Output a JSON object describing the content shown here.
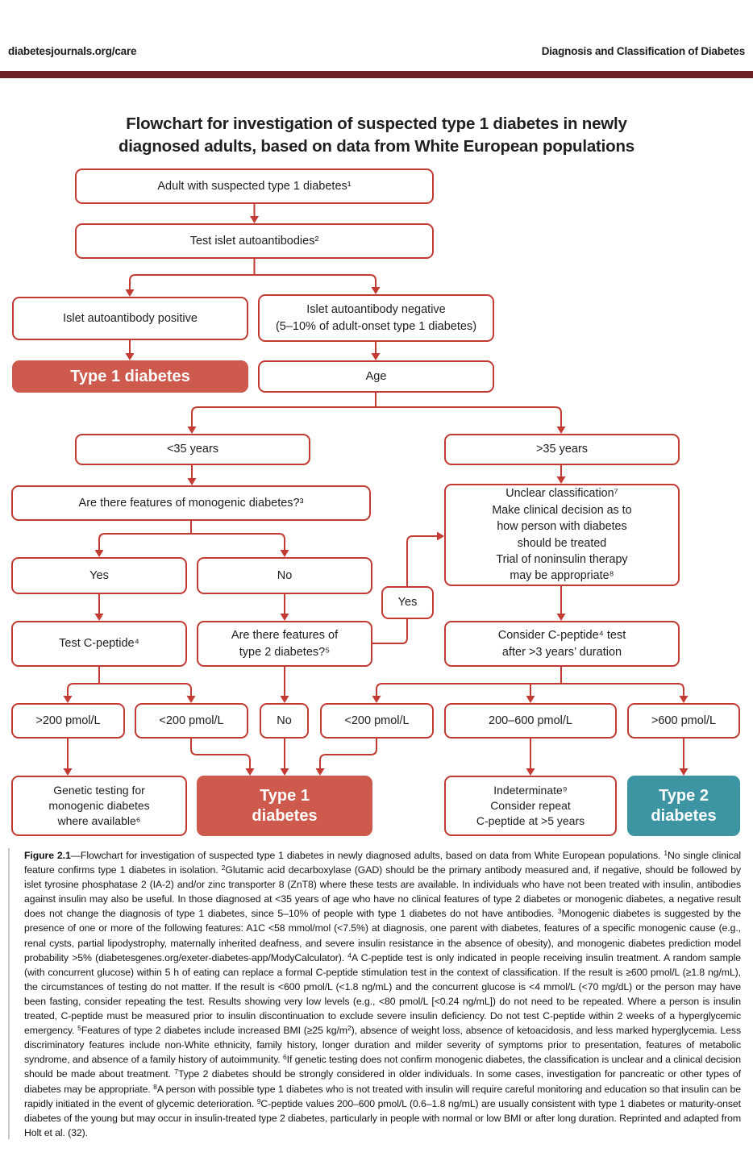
{
  "colors": {
    "line_red": "#c23a31",
    "fill_red": "#cd5a4d",
    "fill_teal": "#3d95a3",
    "bar_maroon": "#6e2027"
  },
  "header": {
    "left": "diabetesjournals.org/care",
    "right": "Diagnosis and Classification of Diabetes"
  },
  "figure": {
    "title": "Flowchart for investigation of suspected type 1 diabetes in newly\ndiagnosed adults, based on data from White European populations"
  },
  "flowchart": {
    "boxes": [
      {
        "name": "adult-suspected",
        "label": "Adult with suspected type 1 diabetes¹"
      },
      {
        "name": "test-islet-autoantibodies",
        "label": "Test islet autoantibodies²"
      },
      {
        "name": "islet-autoantibody-positive",
        "label": "Islet autoantibody positive"
      },
      {
        "name": "islet-autoantibody-negative",
        "label": "Islet autoantibody negative\n(5–10% of adult-onset type 1 diabetes)"
      },
      {
        "name": "type1-diabetes",
        "label": "Type 1 diabetes",
        "variant": "red"
      },
      {
        "name": "age",
        "label": "Age"
      },
      {
        "name": "under-35-years",
        "label": "<35 years"
      },
      {
        "name": "over-35-years",
        "label": ">35 years"
      },
      {
        "name": "monogenic-features",
        "label": "Are there features of monogenic diabetes?³"
      },
      {
        "name": "unclear-classification",
        "label": "Unclear classification⁷\nMake clinical decision as to\nhow person with diabetes\nshould be treated\nTrial of noninsulin therapy\nmay be appropriate⁸"
      },
      {
        "name": "yes",
        "label": "Yes"
      },
      {
        "name": "no",
        "label": "No"
      },
      {
        "name": "test-c-peptide",
        "label": "Test C-peptide⁴"
      },
      {
        "name": "type2-features",
        "label": "Are there features of\ntype 2 diabetes?⁵"
      },
      {
        "name": "yes-connector",
        "label": "Yes"
      },
      {
        "name": "consider-c-peptide",
        "label": "Consider C-peptide⁴ test\nafter >3 years’ duration"
      },
      {
        "name": "gt-200-pmol",
        "label": ">200 pmol/L"
      },
      {
        "name": "lt-200-pmol-left",
        "label": "<200 pmol/L"
      },
      {
        "name": "no-small",
        "label": "No"
      },
      {
        "name": "lt-200-pmol-right",
        "label": "<200 pmol/L"
      },
      {
        "name": "range-200-600-pmol",
        "label": "200–600 pmol/L"
      },
      {
        "name": "gt-600-pmol",
        "label": ">600 pmol/L"
      },
      {
        "name": "genetic-testing",
        "label": "Genetic testing for\nmonogenic diabetes\nwhere available⁶"
      },
      {
        "name": "type1-diabetes-final",
        "label": "Type 1\ndiabetes",
        "variant": "red"
      },
      {
        "name": "indeterminate",
        "label": "Indeterminate⁹\nConsider repeat\nC-peptide at >5 years"
      },
      {
        "name": "type2-diabetes-final",
        "label": "Type 2\ndiabetes",
        "variant": "teal"
      }
    ]
  },
  "caption": {
    "segments": [
      {
        "t": "Figure 2.1",
        "style": "bold"
      },
      {
        "t": "—Flowchart for investigation of suspected type 1 diabetes in newly diagnosed adults, based on data from White European populations. ",
        "style": "normal"
      },
      {
        "t": "1",
        "style": "sup"
      },
      {
        "t": "No single clinical feature confirms type 1 diabetes in isolation. ",
        "style": "normal"
      },
      {
        "t": "2",
        "style": "sup"
      },
      {
        "t": "Glutamic acid decarboxylase (GAD) should be the primary antibody measured and, if negative, should be followed by islet tyrosine phosphatase 2 (IA-2) and/or zinc transporter 8 (ZnT8) where these tests are available. In individuals who have not been treated with insulin, antibodies against insulin may also be useful. In those diagnosed at <35 years of age who have no clinical features of type 2 diabetes or monogenic diabetes, a negative result does not change the diagnosis of type 1 diabetes, since 5–10% of people with type 1 diabetes do not have antibodies. ",
        "style": "normal"
      },
      {
        "t": "3",
        "style": "sup"
      },
      {
        "t": "Monogenic diabetes is suggested by the presence of one or more of the following features: A1C <58 mmol/mol (<7.5%) at diagnosis, one parent with diabetes, features of a specific monogenic cause (e.g., renal cysts, partial lipodystrophy, maternally inherited deafness, and severe insulin resistance in the absence of obesity), and monogenic diabetes prediction model probability >5% (diabetesgenes.org/exeter-diabetes-app/ModyCalculator). ",
        "style": "normal"
      },
      {
        "t": "4",
        "style": "sup"
      },
      {
        "t": "A C-peptide test is only indicated in people receiving insulin treatment. A random sample (with concurrent glucose) within 5 h of eating can replace a formal C-peptide stimulation test in the context of classification. If the result is ≥600 pmol/L (≥1.8 ng/mL), the circumstances of testing do not matter. If the result is <600 pmol/L (<1.8 ng/mL) and the concurrent glucose is <4 mmol/L (<70 mg/dL) or the person may have been fasting, consider repeating the test. Results showing very low levels (e.g., <80 pmol/L [<0.24 ng/mL]) do not need to be repeated. Where a person is insulin treated, C-peptide must be measured prior to insulin discontinuation to exclude severe insulin deficiency. Do not test C-peptide within 2 weeks of a hyperglycemic emergency. ",
        "style": "normal"
      },
      {
        "t": "5",
        "style": "sup"
      },
      {
        "t": "Features of type 2 diabetes include increased BMI (≥25 kg/m",
        "style": "normal"
      },
      {
        "t": "2",
        "style": "sup"
      },
      {
        "t": "), absence of weight loss, absence of ketoacidosis, and less marked hyperglycemia. Less discriminatory features include non-White ethnicity, family history, longer duration and milder severity of symptoms prior to presentation, features of metabolic syndrome, and absence of a family history of autoimmunity. ",
        "style": "normal"
      },
      {
        "t": "6",
        "style": "sup"
      },
      {
        "t": "If genetic testing does not confirm monogenic diabetes, the classification is unclear and a clinical decision should be made about treatment. ",
        "style": "normal"
      },
      {
        "t": "7",
        "style": "sup"
      },
      {
        "t": "Type 2 diabetes should be strongly considered in older individuals. In some cases, investigation for pancreatic or other types of diabetes may be appropriate. ",
        "style": "normal"
      },
      {
        "t": "8",
        "style": "sup"
      },
      {
        "t": "A person with possible type 1 diabetes who is not treated with insulin will require careful monitoring and education so that insulin can be rapidly initiated in the event of glycemic deterioration. ",
        "style": "normal"
      },
      {
        "t": "9",
        "style": "sup"
      },
      {
        "t": "C-peptide values 200–600 pmol/L (0.6–1.8 ng/mL) are usually consistent with type 1 diabetes or maturity-onset diabetes of the young but may occur in insulin-treated type 2 diabetes, particularly in people with normal or low BMI or after long duration. Reprinted and adapted from Holt et al. (32).",
        "style": "normal"
      }
    ]
  }
}
